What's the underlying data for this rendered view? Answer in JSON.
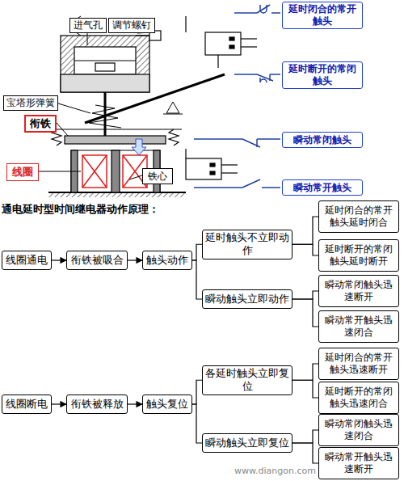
{
  "diagram": {
    "nodes": [
      {
        "text": [
          "进气孔"
        ]
      },
      {
        "text": [
          "调节螺钉"
        ]
      },
      {
        "text": [
          "延时闭合的常开触头"
        ]
      },
      {
        "text": [
          "延时断开的常闭触头"
        ]
      },
      {
        "text": [
          "宝塔形弹簧"
        ]
      },
      {
        "text": [
          "衔铁"
        ]
      },
      {
        "text": [
          "瞬动常闭触头"
        ]
      },
      {
        "text": [
          "线圈"
        ]
      },
      {
        "text": [
          "铁心"
        ]
      },
      {
        "text": [
          "瞬动常开触头"
        ]
      },
      {
        "text": [
          "线圈通电"
        ]
      },
      {
        "text": [
          "衔铁被吸合"
        ]
      },
      {
        "text": [
          "触头动作"
        ]
      },
      {
        "text": [
          "延时触头不立即动作"
        ]
      },
      {
        "text": [
          "延时闭合的常开触头延时闭合"
        ]
      },
      {
        "text": [
          "延时断开的常闭触头延时断开"
        ]
      },
      {
        "text": [
          "瞬动触头立即动作"
        ]
      },
      {
        "text": [
          "瞬动常闭触头迅速断开"
        ]
      },
      {
        "text": [
          "瞬动常开触头迅速闭合"
        ]
      },
      {
        "text": [
          "线圈断电"
        ]
      },
      {
        "text": [
          "衔铁被释放"
        ]
      },
      {
        "text": [
          "触头复位"
        ]
      },
      {
        "text": [
          "各延时触头立即复位"
        ]
      },
      {
        "text": [
          "延时闭合的常开触头迅速断开"
        ]
      },
      {
        "text": [
          "延时断开的常闭触头迅速闭合"
        ]
      },
      {
        "text": [
          "瞬动触头立即复位"
        ]
      },
      {
        "text": [
          "瞬动常闭触头迅速闭合"
        ]
      },
      {
        "text": [
          "瞬动常开触头迅速断开"
        ]
      }
    ],
    "edges": [
      {
        "from": 10,
        "to": 11,
        "arrow": "to"
      },
      {
        "from": 11,
        "to": 12,
        "arrow": "to"
      },
      {
        "from": 12,
        "to": 13,
        "arrow": "none"
      },
      {
        "from": 12,
        "to": 16,
        "arrow": "none"
      },
      {
        "from": 13,
        "to": 14,
        "arrow": "none"
      },
      {
        "from": 13,
        "to": 15,
        "arrow": "none"
      },
      {
        "from": 16,
        "to": 17,
        "arrow": "none"
      },
      {
        "from": 16,
        "to": 18,
        "arrow": "none"
      },
      {
        "from": 19,
        "to": 20,
        "arrow": "to"
      },
      {
        "from": 20,
        "to": 21,
        "arrow": "to"
      },
      {
        "from": 21,
        "to": 22,
        "arrow": "none"
      },
      {
        "from": 21,
        "to": 25,
        "arrow": "none"
      },
      {
        "from": 22,
        "to": 23,
        "arrow": "none"
      },
      {
        "from": 22,
        "to": 24,
        "arrow": "none"
      },
      {
        "from": 25,
        "to": 26,
        "arrow": "none"
      },
      {
        "from": 25,
        "to": 27,
        "arrow": "none"
      }
    ],
    "labels": [
      "通电延时型时间继电器动作原理：",
      "www.diangon.com"
    ]
  }
}
